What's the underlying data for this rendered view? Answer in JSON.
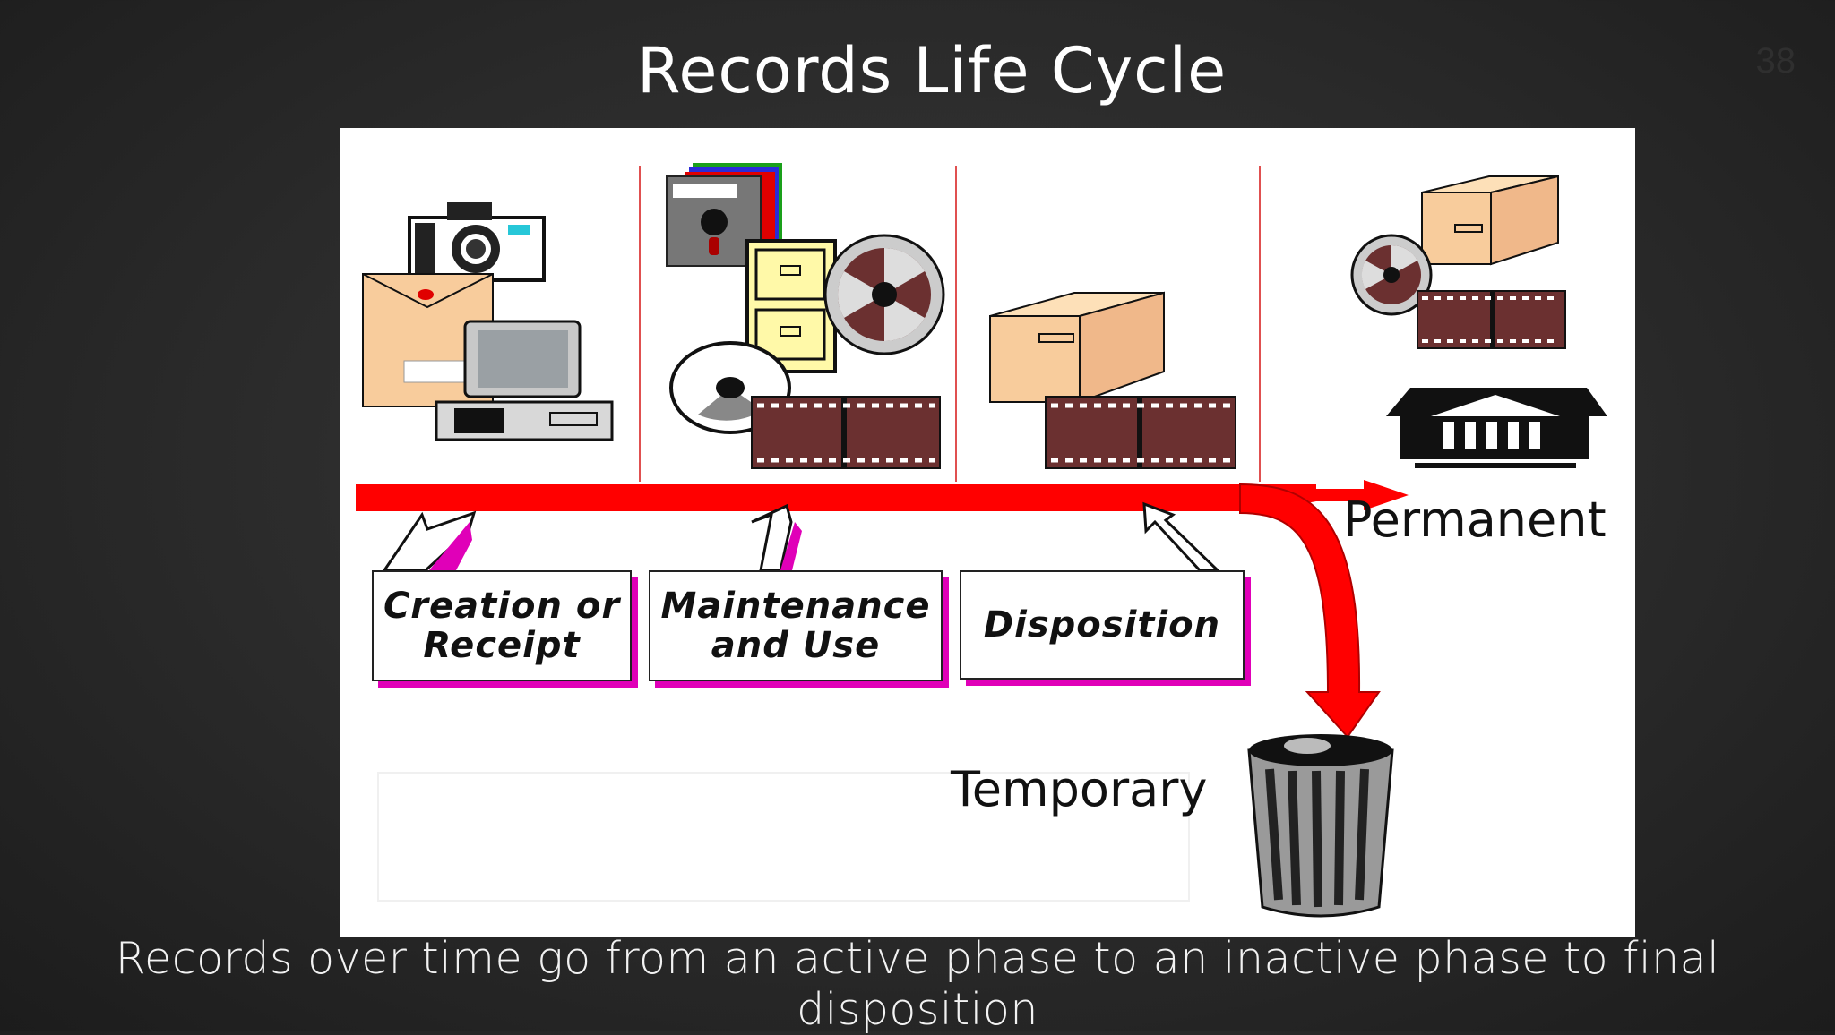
{
  "slide": {
    "title": "Records Life Cycle",
    "page_number": "38",
    "caption": "Records over time go from an active phase to an inactive phase to final disposition"
  },
  "diagram": {
    "phases": [
      {
        "label_line1": "Creation or",
        "label_line2": "Receipt"
      },
      {
        "label_line1": "Maintenance",
        "label_line2": "and Use"
      },
      {
        "label_line1": "Disposition",
        "label_line2": ""
      }
    ],
    "outcomes": {
      "permanent": "Permanent",
      "temporary": "Temporary"
    },
    "colors": {
      "arrow": "#ff0000",
      "divider": "#e05050",
      "shadow": "#e000b8",
      "box_tan": "#f8cc9c",
      "film": "#6b3030",
      "drawer": "#fff9a8"
    }
  }
}
